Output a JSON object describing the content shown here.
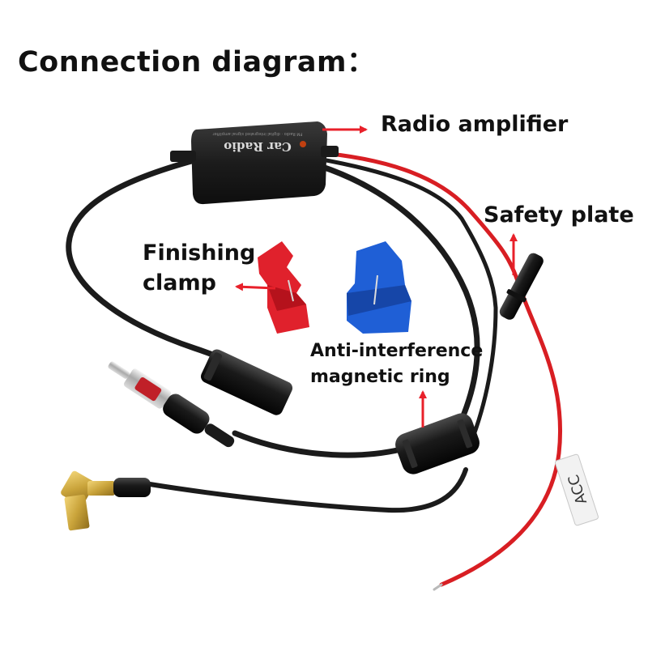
{
  "title": "Connection diagram：",
  "labels": {
    "radio_amplifier": "Radio amplifier",
    "safety_plate": "Safety plate",
    "finishing_clamp": [
      "Finishing",
      "clamp"
    ],
    "magnetic_ring": [
      "Anti-interference",
      "magnetic ring"
    ]
  },
  "device": {
    "amplifier_text": "Car Radio",
    "amplifier_fine_print": "FM Radio · digital integrated signal amplifier",
    "wire_tag": "ACC"
  },
  "colors": {
    "arrow": "#e8202a",
    "cable": "#1b1b1b",
    "power_wire": "#d81e23",
    "clamp_red": "#e0212c",
    "clamp_blue": "#1f5fd6",
    "gold_plug": "#c9a33a"
  }
}
